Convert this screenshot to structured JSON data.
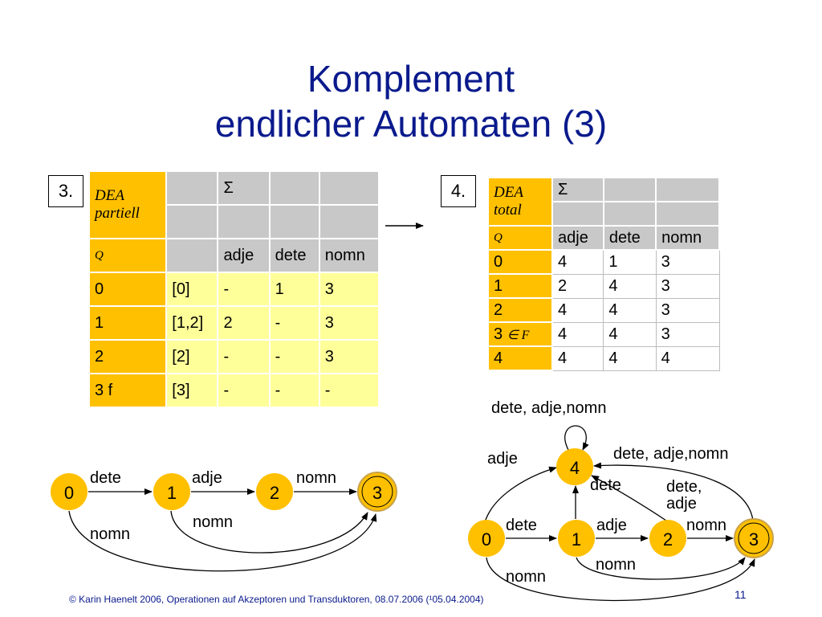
{
  "title": {
    "line1": "Komplement",
    "line2": "endlicher Automaten (3)"
  },
  "step3": {
    "label": "3."
  },
  "step4": {
    "label": "4."
  },
  "table_partial": {
    "head1": "DEA",
    "head2": "partiell",
    "sigma": "Σ",
    "q": "Q",
    "columns": [
      "adje",
      "dete",
      "nomn"
    ],
    "rows": [
      {
        "state": "0",
        "set": "[0]",
        "adje": "-",
        "dete": "1",
        "nomn": "3"
      },
      {
        "state": "1",
        "set": "[1,2]",
        "adje": "2",
        "dete": "-",
        "nomn": "3"
      },
      {
        "state": "2",
        "set": "[2]",
        "adje": "-",
        "dete": "-",
        "nomn": "3"
      },
      {
        "state": "3 f",
        "set": "[3]",
        "adje": "-",
        "dete": "-",
        "nomn": "-"
      }
    ]
  },
  "table_total": {
    "head1": "DEA",
    "head2": "total",
    "sigma": "Σ",
    "q": "Q",
    "columns": [
      "adje",
      "dete",
      "nomn"
    ],
    "rows": [
      {
        "state": "0",
        "mark": "",
        "adje": "4",
        "dete": "1",
        "nomn": "3"
      },
      {
        "state": "1",
        "mark": "",
        "adje": "2",
        "dete": "4",
        "nomn": "3"
      },
      {
        "state": "2",
        "mark": "",
        "adje": "4",
        "dete": "4",
        "nomn": "3"
      },
      {
        "state": "3",
        "mark": "∈ F",
        "adje": "4",
        "dete": "4",
        "nomn": "3"
      },
      {
        "state": "4",
        "mark": "",
        "adje": "4",
        "dete": "4",
        "nomn": "4"
      }
    ]
  },
  "automaton_left": {
    "states": [
      "0",
      "1",
      "2",
      "3"
    ],
    "labels": {
      "e01": "dete",
      "e12": "adje",
      "e23": "nomn",
      "e13": "nomn",
      "e03": "nomn"
    }
  },
  "automaton_right": {
    "states": [
      "0",
      "1",
      "2",
      "3",
      "4"
    ],
    "labels": {
      "loop4": "dete, adje,nomn",
      "e04": "adje",
      "e34": "dete, adje,nomn",
      "e14": "dete",
      "e24a": "dete,",
      "e24b": "adje",
      "e01": "dete",
      "e12": "adje",
      "e23": "nomn",
      "e13": "nomn",
      "e03": "nomn"
    }
  },
  "footer": {
    "text": "© Karin Haenelt 2006, Operationen auf Akzeptoren und Transduktoren, 08.07.2006 (¹05.04.2004)",
    "page": "11"
  },
  "colors": {
    "title": "#0a1a8c",
    "state_fill": "#ffc000",
    "header_orange": "#ffc000",
    "header_grey": "#c8c8c8",
    "row_yellow": "#ffff9a"
  }
}
